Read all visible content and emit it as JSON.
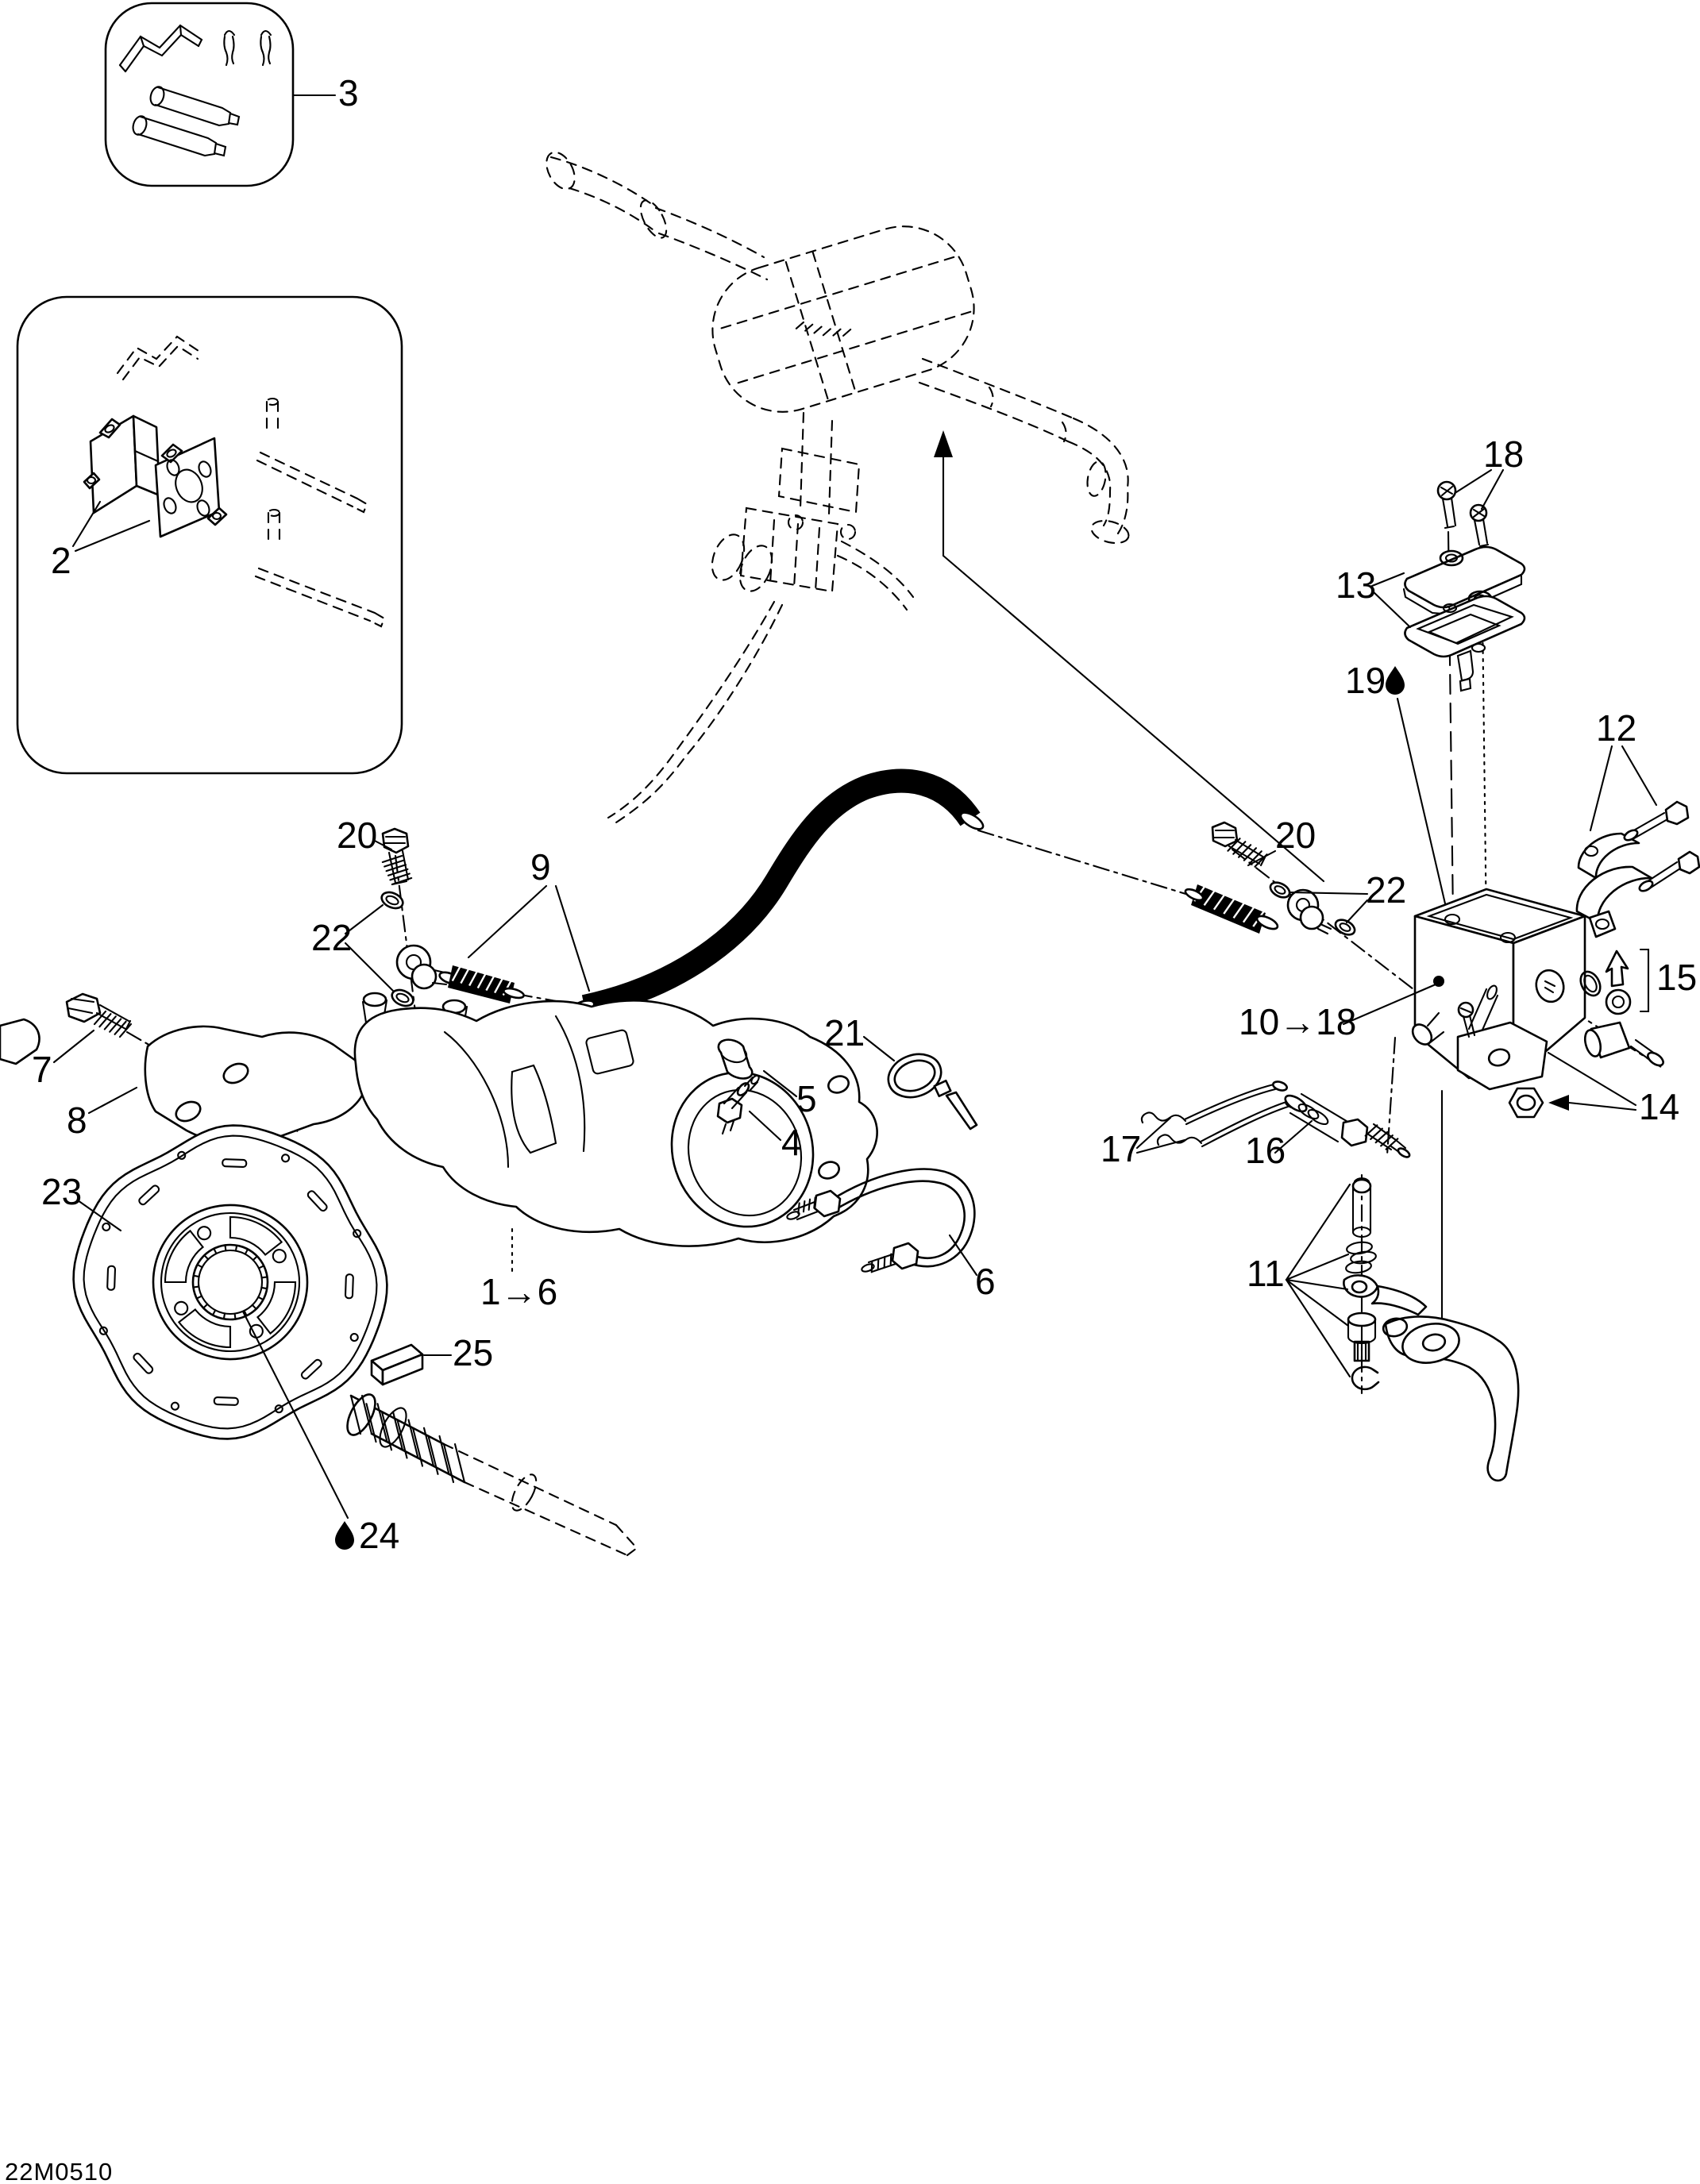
{
  "diagram": {
    "type": "exploded-parts-diagram",
    "subject": "hydraulic brake assembly with handlebar, master cylinder, brake hose, caliper, brake pads and brake disc",
    "part_code": "22M0510",
    "line_color": "#000000",
    "background_color": "#ffffff",
    "callouts": {
      "c2": "2",
      "c3": "3",
      "c4": "4",
      "c5": "5",
      "c6": "6",
      "c7": "7",
      "c8": "8",
      "c9": "9",
      "c11": "11",
      "c12": "12",
      "c13": "13",
      "c14": "14",
      "c15": "15",
      "c16": "16",
      "c17": "17",
      "c18": "18",
      "c19": "19",
      "c20_left": "20",
      "c20_right": "20",
      "c21": "21",
      "c22_left": "22",
      "c22_right": "22",
      "c23": "23",
      "c24": "24",
      "c25": "25",
      "c1_6": "1→6",
      "c10_18": "10→18"
    }
  }
}
